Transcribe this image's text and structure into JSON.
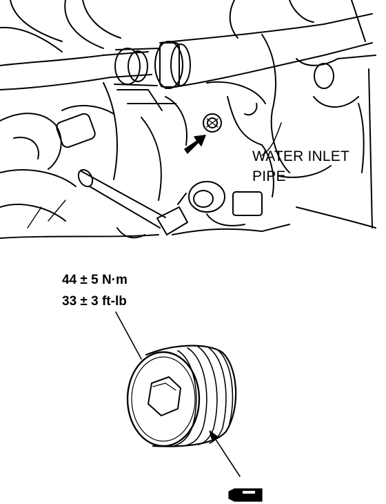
{
  "callout": {
    "line1": "WATER INLET",
    "line2": "PIPE"
  },
  "torque": {
    "metric": "44 ± 5 N·m",
    "imperial": "33 ± 3 ft-lb"
  },
  "icons": {
    "arrow": "pointer-arrow-icon",
    "plug": "hex-socket-plug-icon",
    "sealant": "sealant-tube-icon"
  },
  "colors": {
    "ink": "#000000",
    "paper": "#ffffff"
  }
}
